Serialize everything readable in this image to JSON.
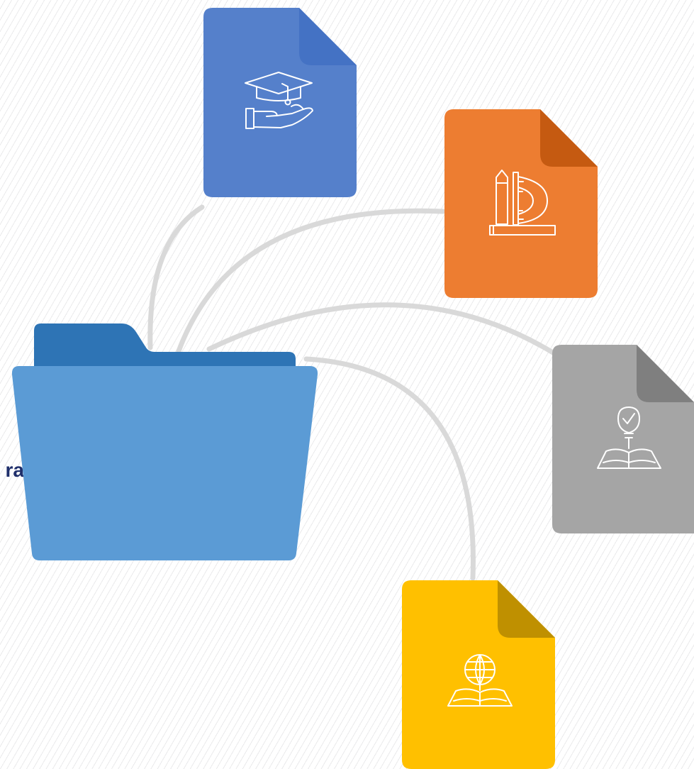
{
  "stray_label": "ra",
  "colors": {
    "connector": "#d9d9d9",
    "folder_back": "#2e74b5",
    "folder_front": "#5b9bd5",
    "label_text": "#1f2f6b",
    "doc_education": "#5580cb",
    "doc_education_fold": "#4472c4",
    "doc_design": "#ed7d31",
    "doc_design_fold": "#c55a11",
    "doc_ideas": "#a5a5a5",
    "doc_ideas_fold": "#7f7f7f",
    "doc_global": "#ffc000",
    "doc_global_fold": "#bf9000",
    "icon_stroke": "#ffffff"
  },
  "documents": [
    {
      "id": "education",
      "icon": "graduation-cap-hand-icon",
      "color_key": "doc_education"
    },
    {
      "id": "design",
      "icon": "pencil-ruler-protractor-book-icon",
      "color_key": "doc_design"
    },
    {
      "id": "ideas",
      "icon": "lightbulb-check-book-icon",
      "color_key": "doc_ideas"
    },
    {
      "id": "global",
      "icon": "globe-book-icon",
      "color_key": "doc_global"
    }
  ]
}
